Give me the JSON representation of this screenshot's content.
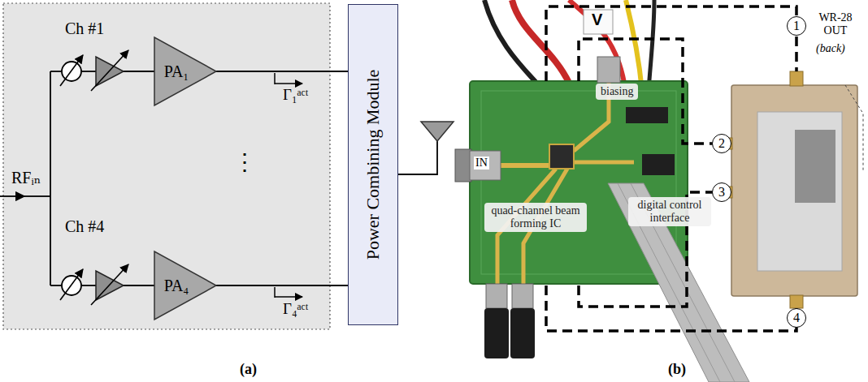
{
  "diagram": {
    "nodes": [
      {
        "text": [
          "PA₁"
        ]
      },
      {
        "text": [
          "PA₄"
        ]
      },
      {
        "text": [
          "Power Combining Module"
        ]
      },
      {
        "text": [
          "biasing"
        ]
      },
      {
        "text": [
          "quad-channel beam forming IC"
        ]
      },
      {
        "text": [
          "digital control interface"
        ]
      },
      {
        "text": [
          "1"
        ]
      },
      {
        "text": [
          "2"
        ]
      },
      {
        "text": [
          "3"
        ]
      },
      {
        "text": [
          "4"
        ]
      }
    ],
    "edges": [
      {
        "from": 0,
        "to": 2,
        "arrow": "none"
      },
      {
        "from": 1,
        "to": 2,
        "arrow": "none"
      }
    ],
    "labels": [
      "Ch #1",
      "Ch #4",
      "RFᵢₙ",
      "Γ₁ᵃᶜᵗ",
      "Γ₄ᵃᶜᵗ",
      "⋮",
      "(a)",
      "V",
      "IN",
      "WR-28 OUT",
      "(back)",
      "(b)"
    ]
  }
}
